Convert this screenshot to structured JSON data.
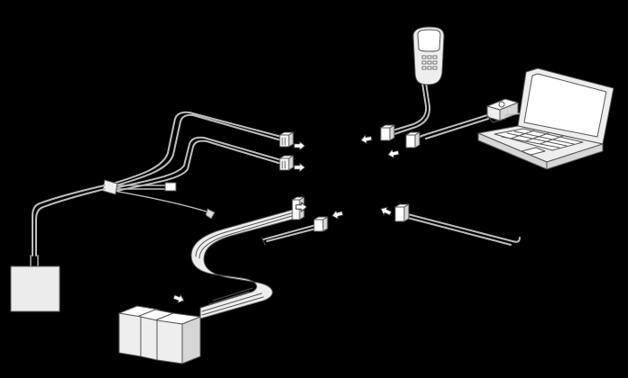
{
  "diagram": {
    "background": "#000000",
    "line_color": "#bdbdbd",
    "outline_color": "#555555",
    "fill_color": "#eeeeee",
    "components": [
      {
        "id": "handheld-terminal",
        "icon": "handheld-terminal-icon"
      },
      {
        "id": "laptop",
        "icon": "laptop-icon"
      },
      {
        "id": "usb-adapter",
        "icon": "usb-adapter-icon"
      },
      {
        "id": "controller-box",
        "icon": "controller-box-icon"
      },
      {
        "id": "io-module-block",
        "icon": "io-module-icon"
      },
      {
        "id": "cable-harness",
        "icon": "cable-harness-icon"
      },
      {
        "id": "ribbon-cable",
        "icon": "ribbon-cable-icon"
      },
      {
        "id": "serial-cable",
        "icon": "serial-cable-icon"
      }
    ]
  }
}
